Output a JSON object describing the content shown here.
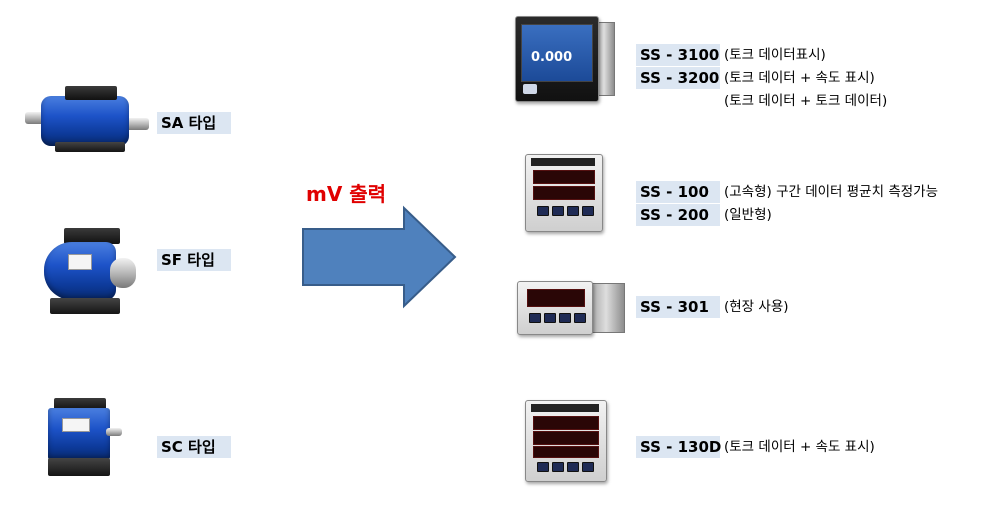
{
  "output_label": "mV 출력",
  "sensors": [
    {
      "label": "SA 타입"
    },
    {
      "label": "SF 타입"
    },
    {
      "label": "SC 타입"
    }
  ],
  "indicators": [
    {
      "models": [
        "SS - 3100",
        "SS - 3200"
      ],
      "descriptions": [
        "(토크 데이터표시)",
        "(토크 데이터 + 속도 표시)",
        "(토크 데이터 + 토크 데이터)"
      ],
      "screen_value": "0.000"
    },
    {
      "models": [
        "SS - 100",
        "SS - 200"
      ],
      "descriptions": [
        "(고속형) 구간 데이터 평균치 측정가능",
        "(일반형)"
      ]
    },
    {
      "models": [
        "SS - 301"
      ],
      "descriptions": [
        "(현장 사용)"
      ]
    },
    {
      "models": [
        "SS - 130D"
      ],
      "descriptions": [
        "(토크 데이터 + 속도 표시)"
      ]
    }
  ],
  "colors": {
    "label_bg": "#dce6f2",
    "arrow_fill": "#4f81bd",
    "arrow_stroke": "#385d8a",
    "output_text": "#e00000",
    "sensor_blue": "#1d53c8"
  }
}
